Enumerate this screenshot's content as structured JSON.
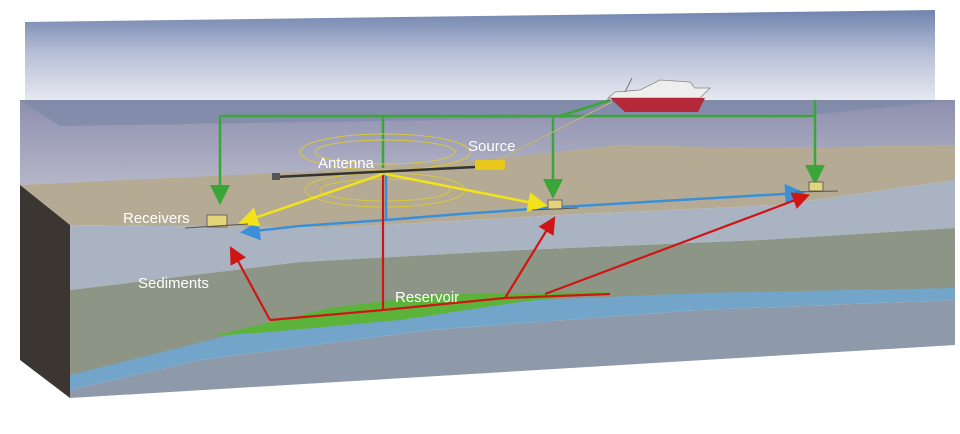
{
  "labels": {
    "receivers": "Receivers",
    "sediments": "Sediments",
    "antenna": "Antenna",
    "source": "Source",
    "reservoir": "Reservoir"
  },
  "colors": {
    "transmission": "#3aa63a",
    "direct_field": "#f2e21a",
    "seabed_guided": "#3a8fd8",
    "reservoir_path": "#d01515",
    "reservoir_fill": "#5cb33a"
  }
}
